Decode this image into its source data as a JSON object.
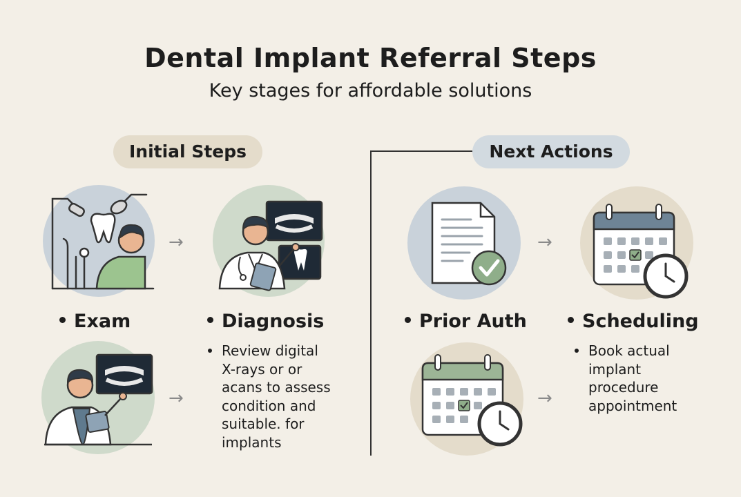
{
  "title": "Dental Implant Referral Steps",
  "subtitle": "Key stages for affordable solutions",
  "sections": {
    "left": {
      "heading": "Initial Steps"
    },
    "right": {
      "heading": "Next Actions"
    }
  },
  "steps": {
    "exam": {
      "label": "Exam",
      "icon": "dental-exam-icon"
    },
    "diagnosis": {
      "label": "Diagnosis",
      "icon": "dentist-xray-icon",
      "description_lines": [
        "Review digital",
        "X-rays or or",
        "acans to assess",
        "condition and",
        "suitable. for",
        "implants"
      ]
    },
    "prior_auth": {
      "label": "Prior Auth",
      "icon": "document-check-icon"
    },
    "scheduling": {
      "label": "Scheduling",
      "icon": "calendar-clock-icon",
      "description_lines": [
        "Book actual",
        "implant",
        "procedure",
        "appointment"
      ]
    }
  },
  "extra_icons": [
    "dentist-xray-icon",
    "calendar-clock-icon"
  ],
  "arrows": [
    "→",
    "→",
    "→",
    "→"
  ],
  "colors": {
    "background": "#f3efe7",
    "circle_blue": "#c9d2da",
    "circle_green": "#cfdacb",
    "circle_beige": "#e4dccb",
    "pill_beige": "#e4dccb",
    "pill_blue": "#d2dae0",
    "check_green": "#8fae8a"
  }
}
